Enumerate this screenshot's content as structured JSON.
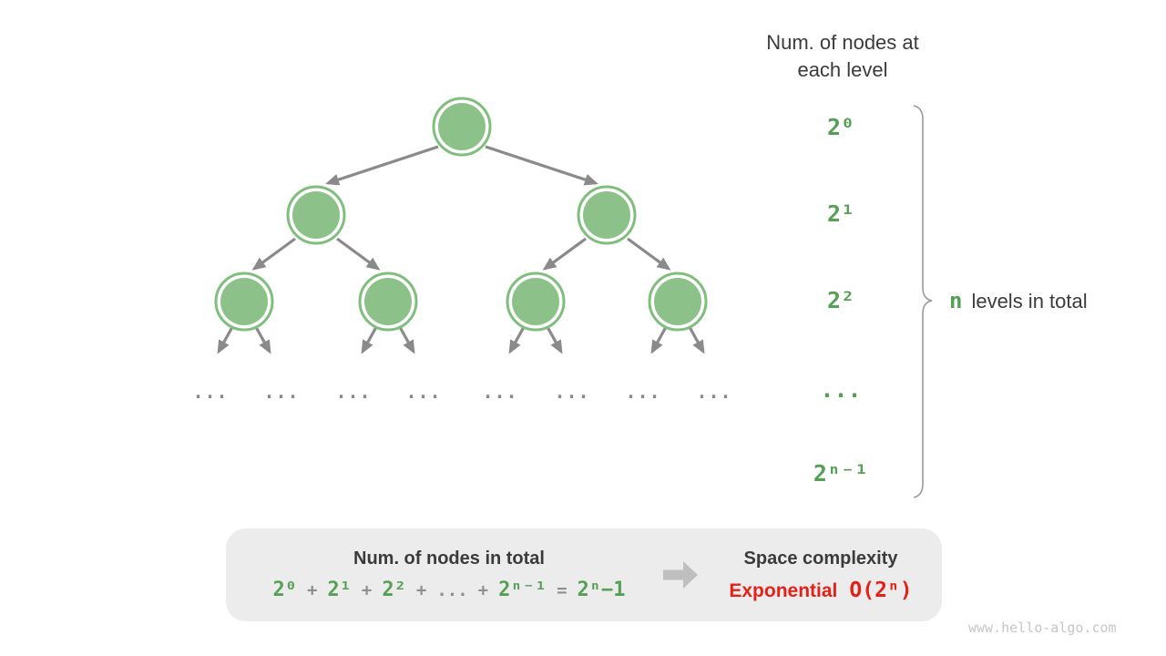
{
  "right_panel": {
    "title": "Num. of nodes at each level",
    "levels": [
      "2⁰",
      "2¹",
      "2²",
      "...",
      "2ⁿ⁻¹"
    ],
    "brace_n": "n",
    "brace_label": "levels in total"
  },
  "tree": {
    "levels_shown": [
      1,
      2,
      4
    ],
    "ellipsis": [
      "...",
      "...",
      "...",
      "...",
      "...",
      "...",
      "...",
      "..."
    ]
  },
  "summary": {
    "left_title": "Num. of nodes in total",
    "formula_tokens": [
      "2⁰",
      "+",
      "2¹",
      "+",
      "2²",
      "+",
      "...",
      "+",
      "2ⁿ⁻¹",
      "=",
      "2ⁿ−1"
    ],
    "right_title": "Space complexity",
    "complexity_name": "Exponential",
    "complexity_big_o": "O(2ⁿ)"
  },
  "watermark": "www.hello-algo.com",
  "colors": {
    "node_fill": "#8cc28a",
    "node_ring": "#7fbe7d",
    "edge_gray": "#8a8a8a",
    "green_text": "#56a056",
    "dark_text": "#3b3b3b",
    "operator_gray": "#8f8f8f",
    "panel_bg": "#ececec",
    "block_arrow_gray": "#bfbfbf",
    "red_text": "#e32119",
    "watermark_gray": "#c6c6c6",
    "brace_gray": "#9a9a9a"
  }
}
